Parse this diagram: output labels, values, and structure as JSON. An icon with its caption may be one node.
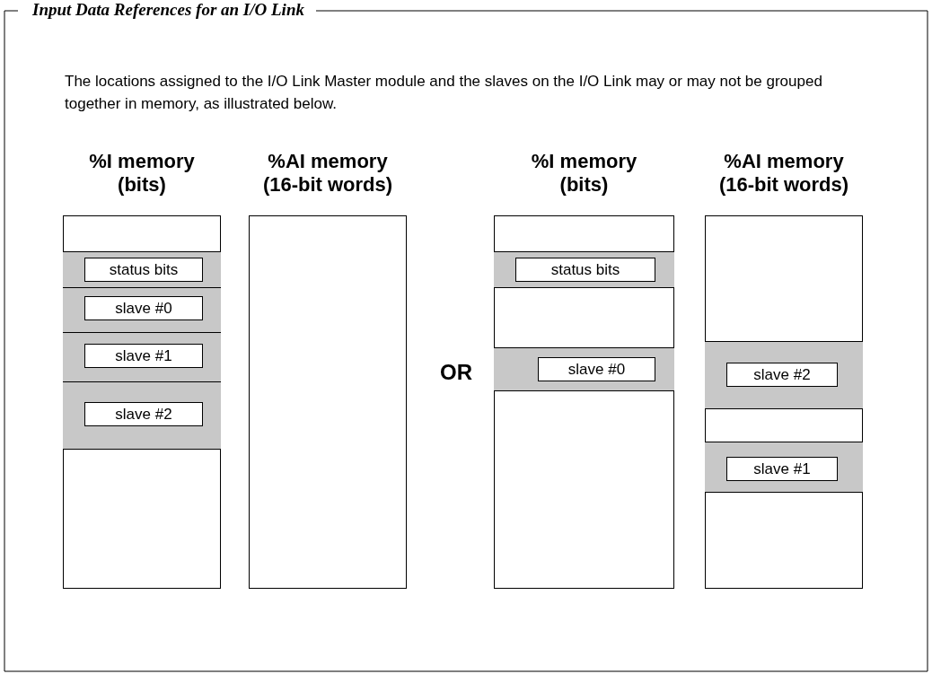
{
  "diagram": {
    "title": "Input Data References for an I/O Link",
    "nodes": [
      {
        "text": [
          "%I memory (bits)"
        ]
      },
      {
        "text": [],
        "shape": "bar",
        "in": 0
      },
      {
        "text": [
          "status bits"
        ],
        "in": 1
      },
      {
        "text": [],
        "shape": "bar",
        "in": 0
      },
      {
        "text": [
          "slave #0"
        ],
        "in": 3
      },
      {
        "text": [],
        "shape": "bar",
        "in": 0
      },
      {
        "text": [
          "slave #1"
        ],
        "in": 5
      },
      {
        "text": [],
        "shape": "bar",
        "in": 0
      },
      {
        "text": [
          "slave #2"
        ],
        "in": 7
      },
      {
        "text": [
          "%AI memory (16-bit words)"
        ]
      },
      {
        "text": [
          "%I memory (bits)"
        ]
      },
      {
        "text": [],
        "shape": "bar",
        "in": 10
      },
      {
        "text": [
          "status bits"
        ],
        "in": 11
      },
      {
        "text": [],
        "shape": "bar",
        "in": 10
      },
      {
        "text": [
          "slave #0"
        ],
        "in": 13
      },
      {
        "text": [
          "%AI memory (16-bit words)"
        ]
      },
      {
        "text": [],
        "shape": "bar",
        "in": 15
      },
      {
        "text": [
          "slave #2"
        ],
        "in": 16
      },
      {
        "text": [],
        "shape": "bar",
        "in": 15
      },
      {
        "text": [
          "slave #1"
        ],
        "in": 18
      }
    ],
    "labels": [
      "The locations assigned to the I/O Link Master module and the slaves on the I/O Link may or may not be grouped together in memory, as illustrated below.",
      "OR"
    ]
  }
}
